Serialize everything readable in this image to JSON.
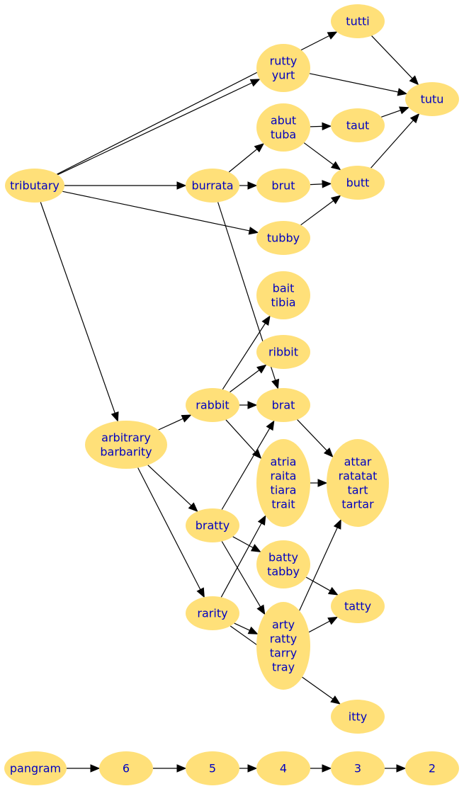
{
  "nodes": [
    {
      "id": "tributary",
      "lines": [
        "tributary"
      ]
    },
    {
      "id": "tutti",
      "lines": [
        "tutti"
      ]
    },
    {
      "id": "rutty",
      "lines": [
        "rutty",
        "yurt"
      ]
    },
    {
      "id": "tutu",
      "lines": [
        "tutu"
      ]
    },
    {
      "id": "abut",
      "lines": [
        "abut",
        "tuba"
      ]
    },
    {
      "id": "taut",
      "lines": [
        "taut"
      ]
    },
    {
      "id": "burrata",
      "lines": [
        "burrata"
      ]
    },
    {
      "id": "brut",
      "lines": [
        "brut"
      ]
    },
    {
      "id": "butt",
      "lines": [
        "butt"
      ]
    },
    {
      "id": "tubby",
      "lines": [
        "tubby"
      ]
    },
    {
      "id": "bait",
      "lines": [
        "bait",
        "tibia"
      ]
    },
    {
      "id": "ribbit",
      "lines": [
        "ribbit"
      ]
    },
    {
      "id": "rabbit",
      "lines": [
        "rabbit"
      ]
    },
    {
      "id": "brat",
      "lines": [
        "brat"
      ]
    },
    {
      "id": "arbitrary",
      "lines": [
        "arbitrary",
        "barbarity"
      ]
    },
    {
      "id": "atria",
      "lines": [
        "atria",
        "raita",
        "tiara",
        "trait"
      ]
    },
    {
      "id": "attar",
      "lines": [
        "attar",
        "ratatat",
        "tart",
        "tartar"
      ]
    },
    {
      "id": "bratty",
      "lines": [
        "bratty"
      ]
    },
    {
      "id": "batty",
      "lines": [
        "batty",
        "tabby"
      ]
    },
    {
      "id": "tatty",
      "lines": [
        "tatty"
      ]
    },
    {
      "id": "rarity",
      "lines": [
        "rarity"
      ]
    },
    {
      "id": "arty",
      "lines": [
        "arty",
        "ratty",
        "tarry",
        "tray"
      ]
    },
    {
      "id": "itty",
      "lines": [
        "itty"
      ]
    },
    {
      "id": "pangram",
      "lines": [
        "pangram"
      ]
    },
    {
      "id": "n6",
      "lines": [
        "6"
      ]
    },
    {
      "id": "n5",
      "lines": [
        "5"
      ]
    },
    {
      "id": "n4",
      "lines": [
        "4"
      ]
    },
    {
      "id": "n3",
      "lines": [
        "3"
      ]
    },
    {
      "id": "n2",
      "lines": [
        "2"
      ]
    }
  ],
  "edges": [
    [
      "tributary",
      "tutti"
    ],
    [
      "tributary",
      "rutty"
    ],
    [
      "tributary",
      "burrata"
    ],
    [
      "tributary",
      "tubby"
    ],
    [
      "tributary",
      "arbitrary"
    ],
    [
      "tutti",
      "tutu"
    ],
    [
      "rutty",
      "tutu"
    ],
    [
      "taut",
      "tutu"
    ],
    [
      "butt",
      "tutu"
    ],
    [
      "abut",
      "taut"
    ],
    [
      "abut",
      "butt"
    ],
    [
      "burrata",
      "abut"
    ],
    [
      "burrata",
      "brut"
    ],
    [
      "burrata",
      "brat"
    ],
    [
      "brut",
      "butt"
    ],
    [
      "tubby",
      "butt"
    ],
    [
      "rabbit",
      "bait"
    ],
    [
      "rabbit",
      "ribbit"
    ],
    [
      "rabbit",
      "brat"
    ],
    [
      "rabbit",
      "atria"
    ],
    [
      "brat",
      "attar"
    ],
    [
      "arbitrary",
      "rabbit"
    ],
    [
      "arbitrary",
      "bratty"
    ],
    [
      "arbitrary",
      "rarity"
    ],
    [
      "bratty",
      "brat"
    ],
    [
      "bratty",
      "batty"
    ],
    [
      "bratty",
      "arty"
    ],
    [
      "atria",
      "attar"
    ],
    [
      "batty",
      "tatty"
    ],
    [
      "rarity",
      "atria"
    ],
    [
      "rarity",
      "arty"
    ],
    [
      "rarity",
      "itty"
    ],
    [
      "arty",
      "attar"
    ],
    [
      "arty",
      "tatty"
    ],
    [
      "pangram",
      "n6"
    ],
    [
      "n6",
      "n5"
    ],
    [
      "n5",
      "n4"
    ],
    [
      "n4",
      "n3"
    ],
    [
      "n3",
      "n2"
    ]
  ]
}
